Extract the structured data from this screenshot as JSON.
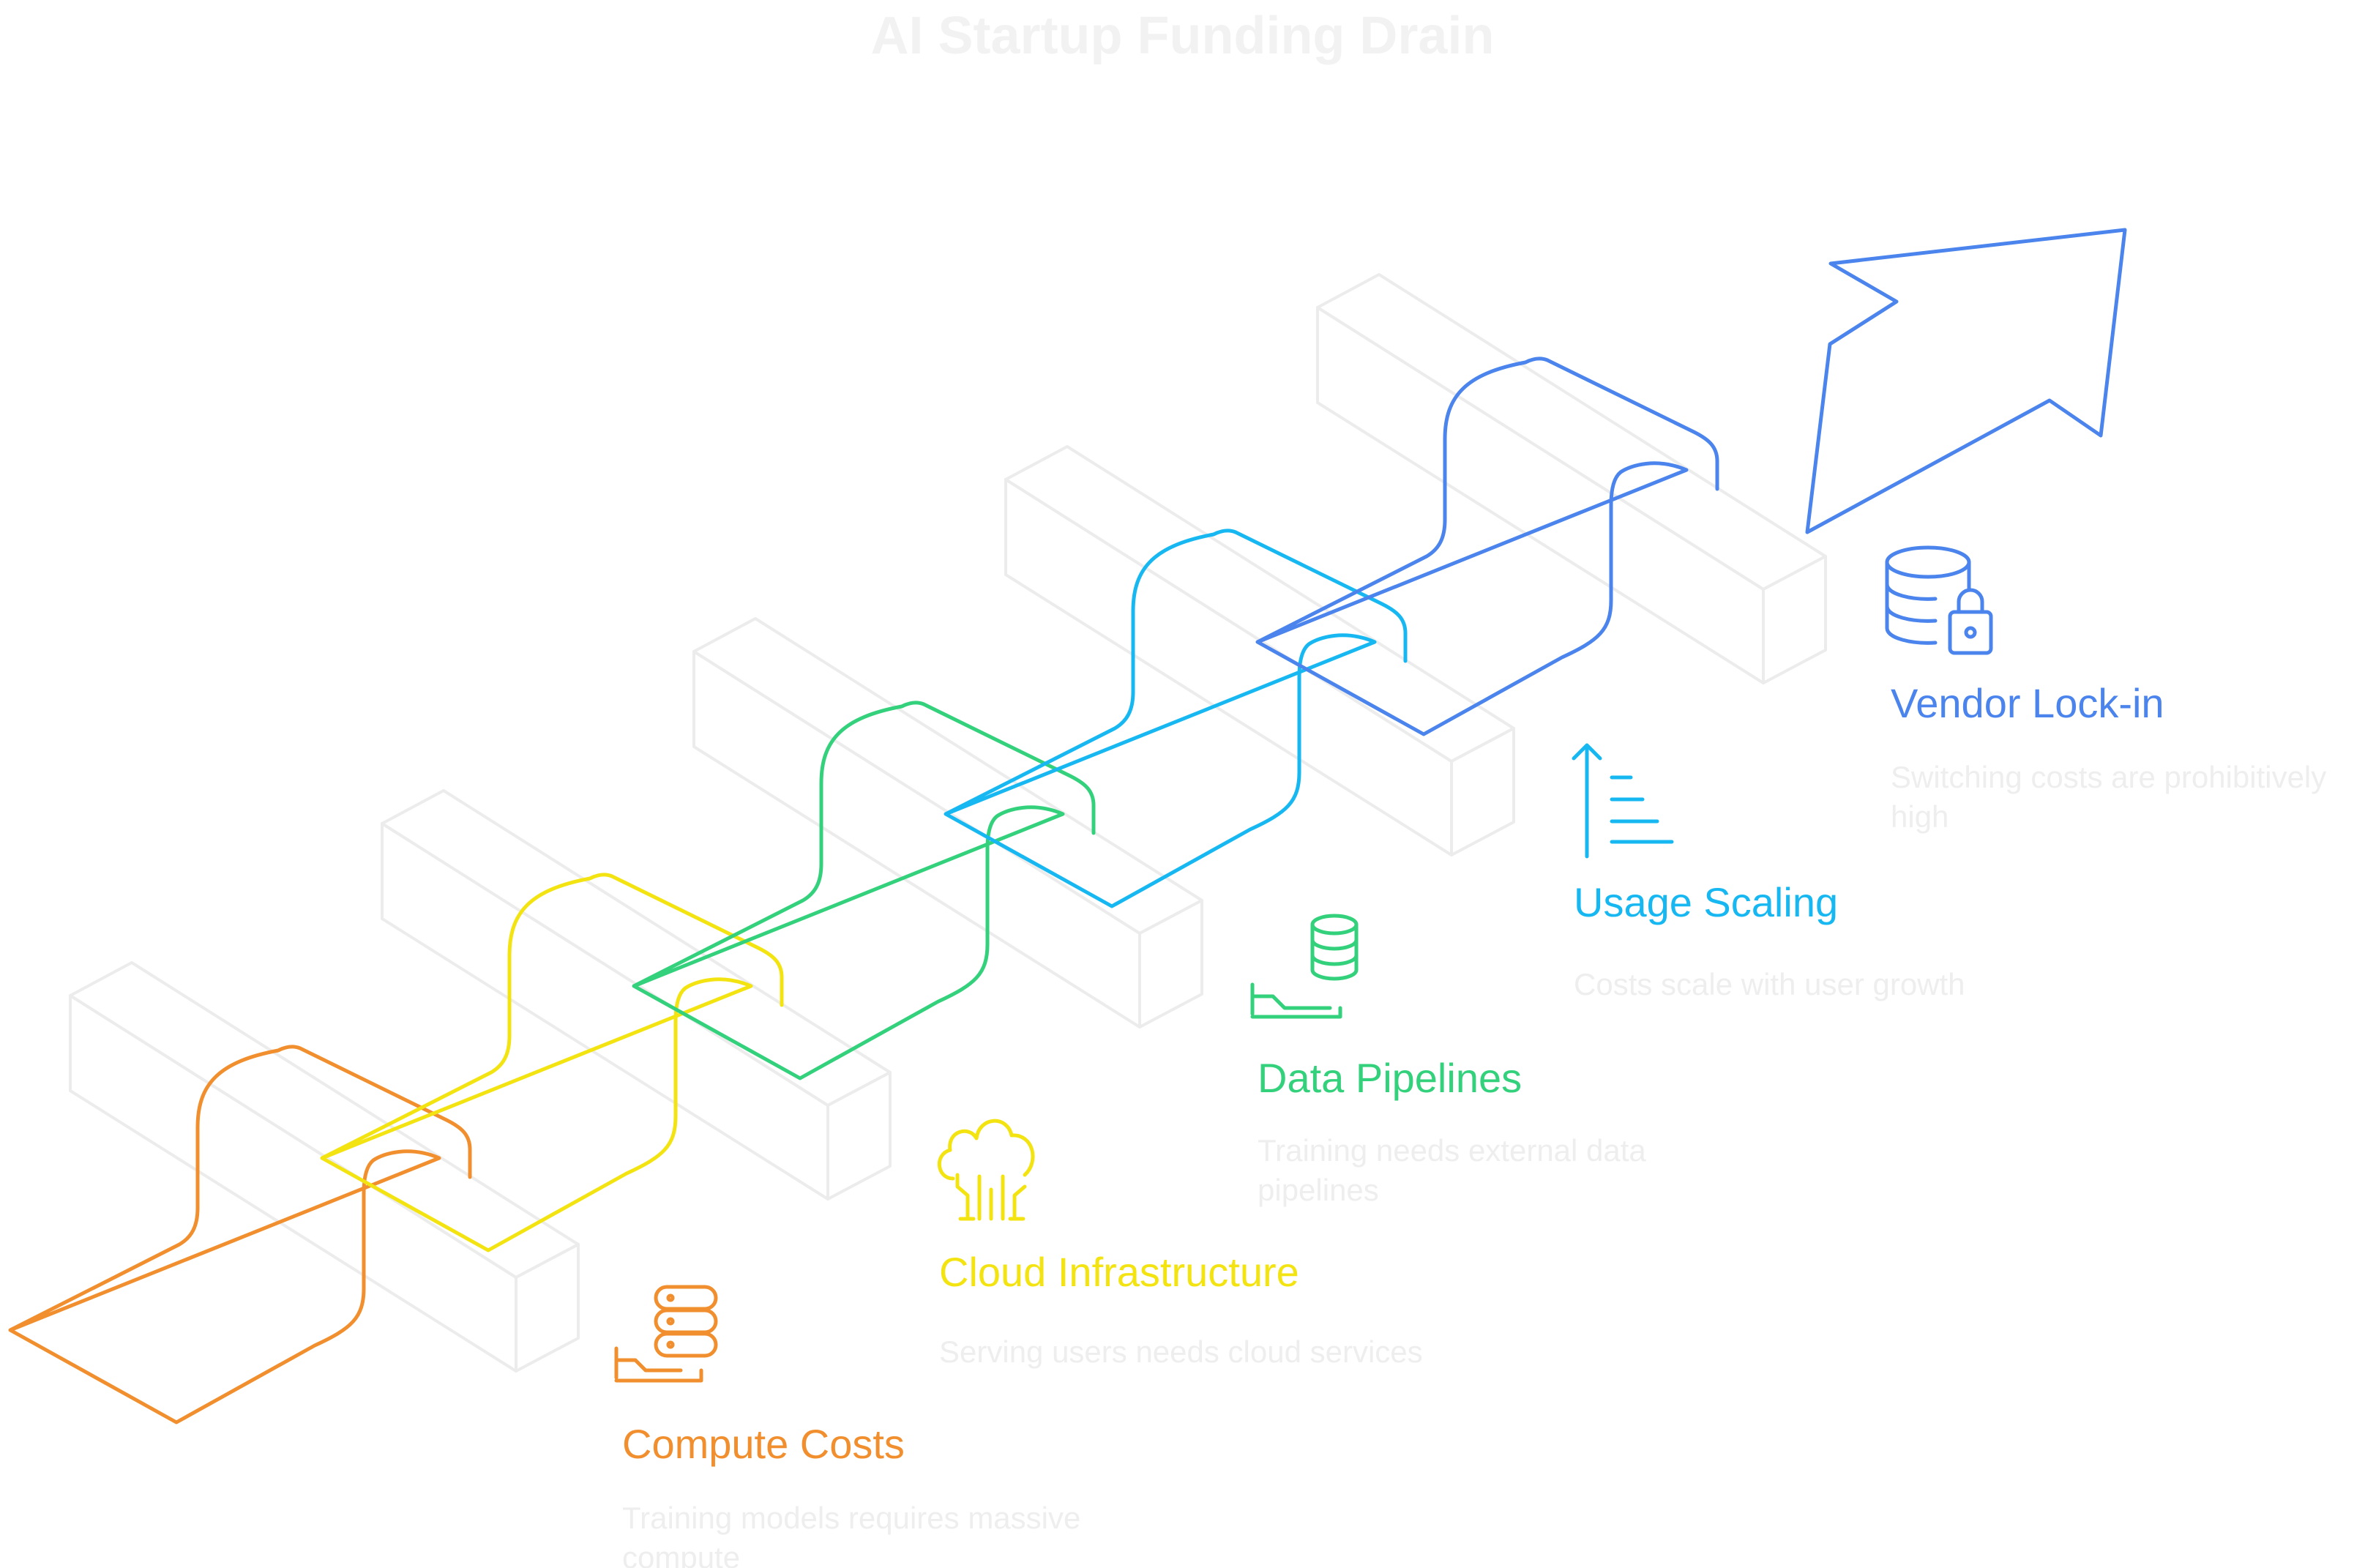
{
  "title": "AI Startup Funding Drain",
  "steps": [
    {
      "title": "Compute Costs",
      "description": "Training models requires massive compute",
      "color": "#F18F2E",
      "icon": "server-hand-icon"
    },
    {
      "title": "Cloud Infrastructure",
      "description": "Serving users needs cloud services",
      "color": "#F3E310",
      "icon": "cloud-circuit-icon"
    },
    {
      "title": "Data Pipelines",
      "description": "Training needs external data pipelines",
      "color": "#34D17C",
      "icon": "database-hand-icon"
    },
    {
      "title": "Usage Scaling",
      "description": "Costs scale with user growth",
      "color": "#17B8F2",
      "icon": "sort-ascending-icon"
    },
    {
      "title": "Vendor Lock-in",
      "description": "Switching costs are prohibitively high",
      "color": "#4A84EC",
      "icon": "database-lock-icon"
    }
  ],
  "arrow_color": "#4A84EC"
}
